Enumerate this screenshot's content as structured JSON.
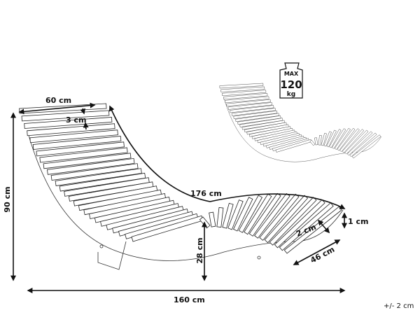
{
  "dimensions": {
    "width": "60 cm",
    "slat_gap": "3 cm",
    "height": "90 cm",
    "length_curve": "176 cm",
    "seat_height": "28 cm",
    "length": "160 cm",
    "slat_width": "2 cm",
    "slat_thickness": "1 cm",
    "leg_width": "46 cm",
    "tolerance": "+/- 2 cm"
  },
  "weight_badge": {
    "max": "MAX",
    "value": "120",
    "unit": "kg"
  },
  "colors": {
    "line": "#111111",
    "background": "#ffffff"
  }
}
